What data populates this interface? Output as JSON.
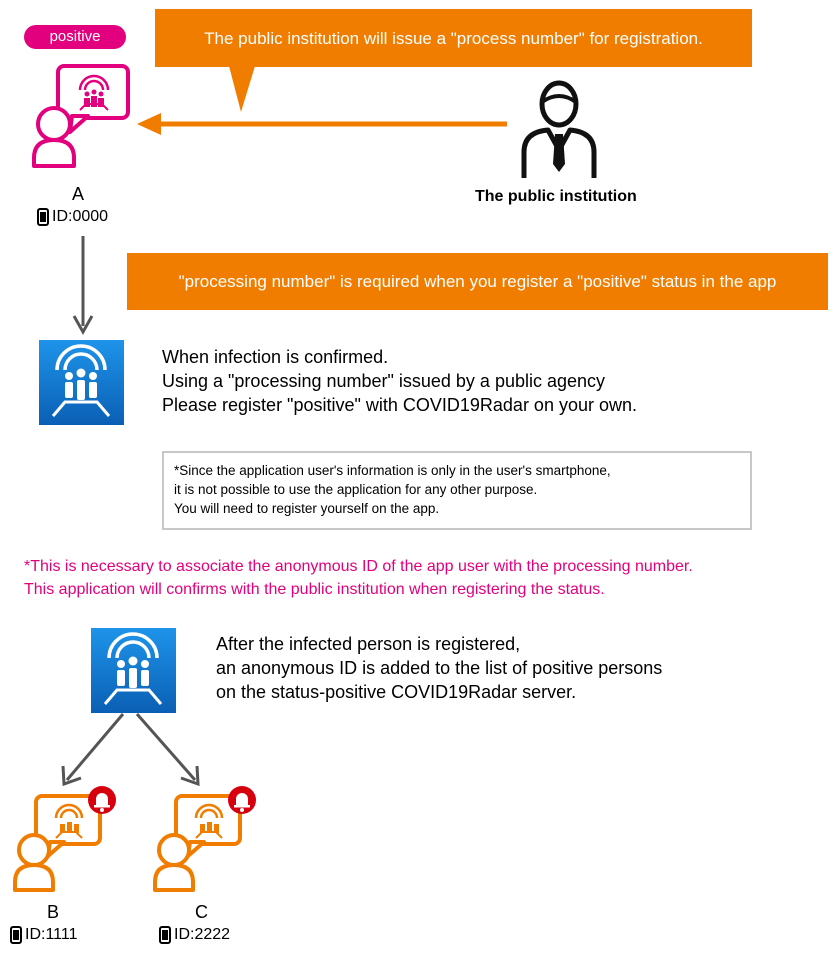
{
  "badge": {
    "label": "positive"
  },
  "callouts": {
    "top": "The public institution will issue a \"process number\" for registration.",
    "middle": "\"processing number\" is required when you register a \"positive\" status in the app"
  },
  "institution": {
    "label": "The public institution"
  },
  "userA": {
    "name": "A",
    "id": "ID:0000"
  },
  "userB": {
    "name": "B",
    "id": "ID:1111"
  },
  "userC": {
    "name": "C",
    "id": "ID:2222"
  },
  "instructions": {
    "line1": "When infection is confirmed.",
    "line2": "Using a \"processing number\" issued by a public agency",
    "line3": "Please register \"positive\" with COVID19Radar on your own."
  },
  "note": {
    "line1": "*Since the application user's information is only in the user's smartphone,",
    "line2": "it is not possible to use the application for any other purpose.",
    "line3": "You will need to register yourself on the app."
  },
  "warning": {
    "line1": "*This is necessary to associate the anonymous ID of the app user with the processing number.",
    "line2": "This application will confirms with the public institution when registering the status."
  },
  "server_text": {
    "line1": "After the infected person is registered,",
    "line2": "an anonymous ID is added to the list of positive persons",
    "line3": " on the status-positive COVID19Radar server."
  },
  "colors": {
    "pink": "#e3007e",
    "orange": "#f07d00",
    "app_blue": "#1478d2",
    "arrow_gray": "#555555",
    "bell_red": "#d7000f"
  }
}
